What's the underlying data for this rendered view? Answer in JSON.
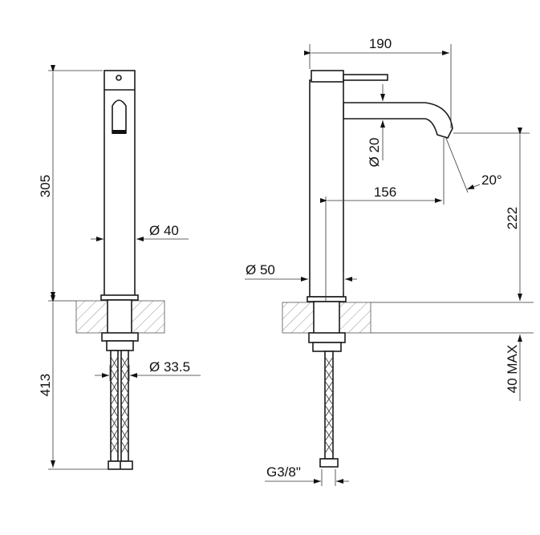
{
  "drawing": {
    "front_view": {
      "height_above_counter": "305",
      "height_below_counter": "413",
      "body_diameter": "Ø 40",
      "hose_diameter": "Ø 33.5"
    },
    "side_view": {
      "overall_reach": "190",
      "spout_diameter": "Ø 20",
      "spout_reach": "156",
      "spray_angle": "20°",
      "spout_height": "222",
      "base_diameter": "Ø 50",
      "max_counter_thickness": "40 MAX",
      "connection_thread": "G3/8\""
    }
  }
}
